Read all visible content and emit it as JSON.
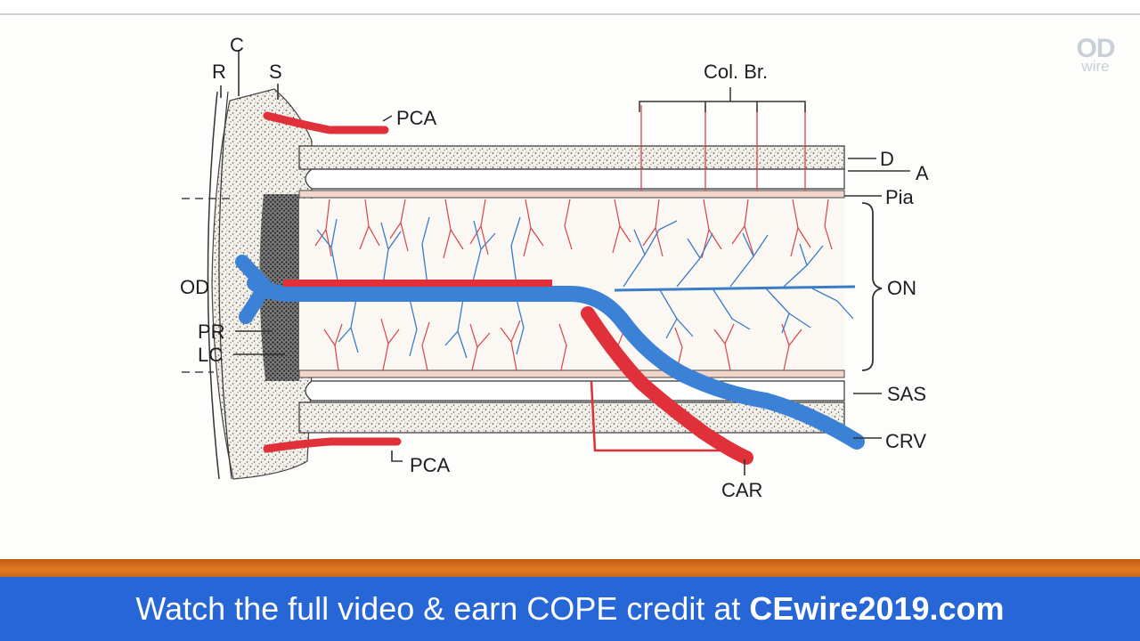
{
  "logo": {
    "main": "OD",
    "sub": "wire"
  },
  "labels": {
    "c": "C",
    "r": "R",
    "s": "S",
    "pca_top": "PCA",
    "col_br": "Col. Br.",
    "d": "D",
    "a": "A",
    "pia": "Pia",
    "on": "ON",
    "od": "OD",
    "pr": "PR",
    "lc": "LC",
    "sas": "SAS",
    "crv": "CRV",
    "pca_bottom": "PCA",
    "car": "CAR"
  },
  "banner": {
    "text": "Watch the full video & earn COPE credit at",
    "url": "CEwire2019.com"
  },
  "colors": {
    "artery": "#e0303a",
    "vein": "#2f7fd0",
    "banner": "#2666d6",
    "accent_bar": "#e07a22"
  }
}
